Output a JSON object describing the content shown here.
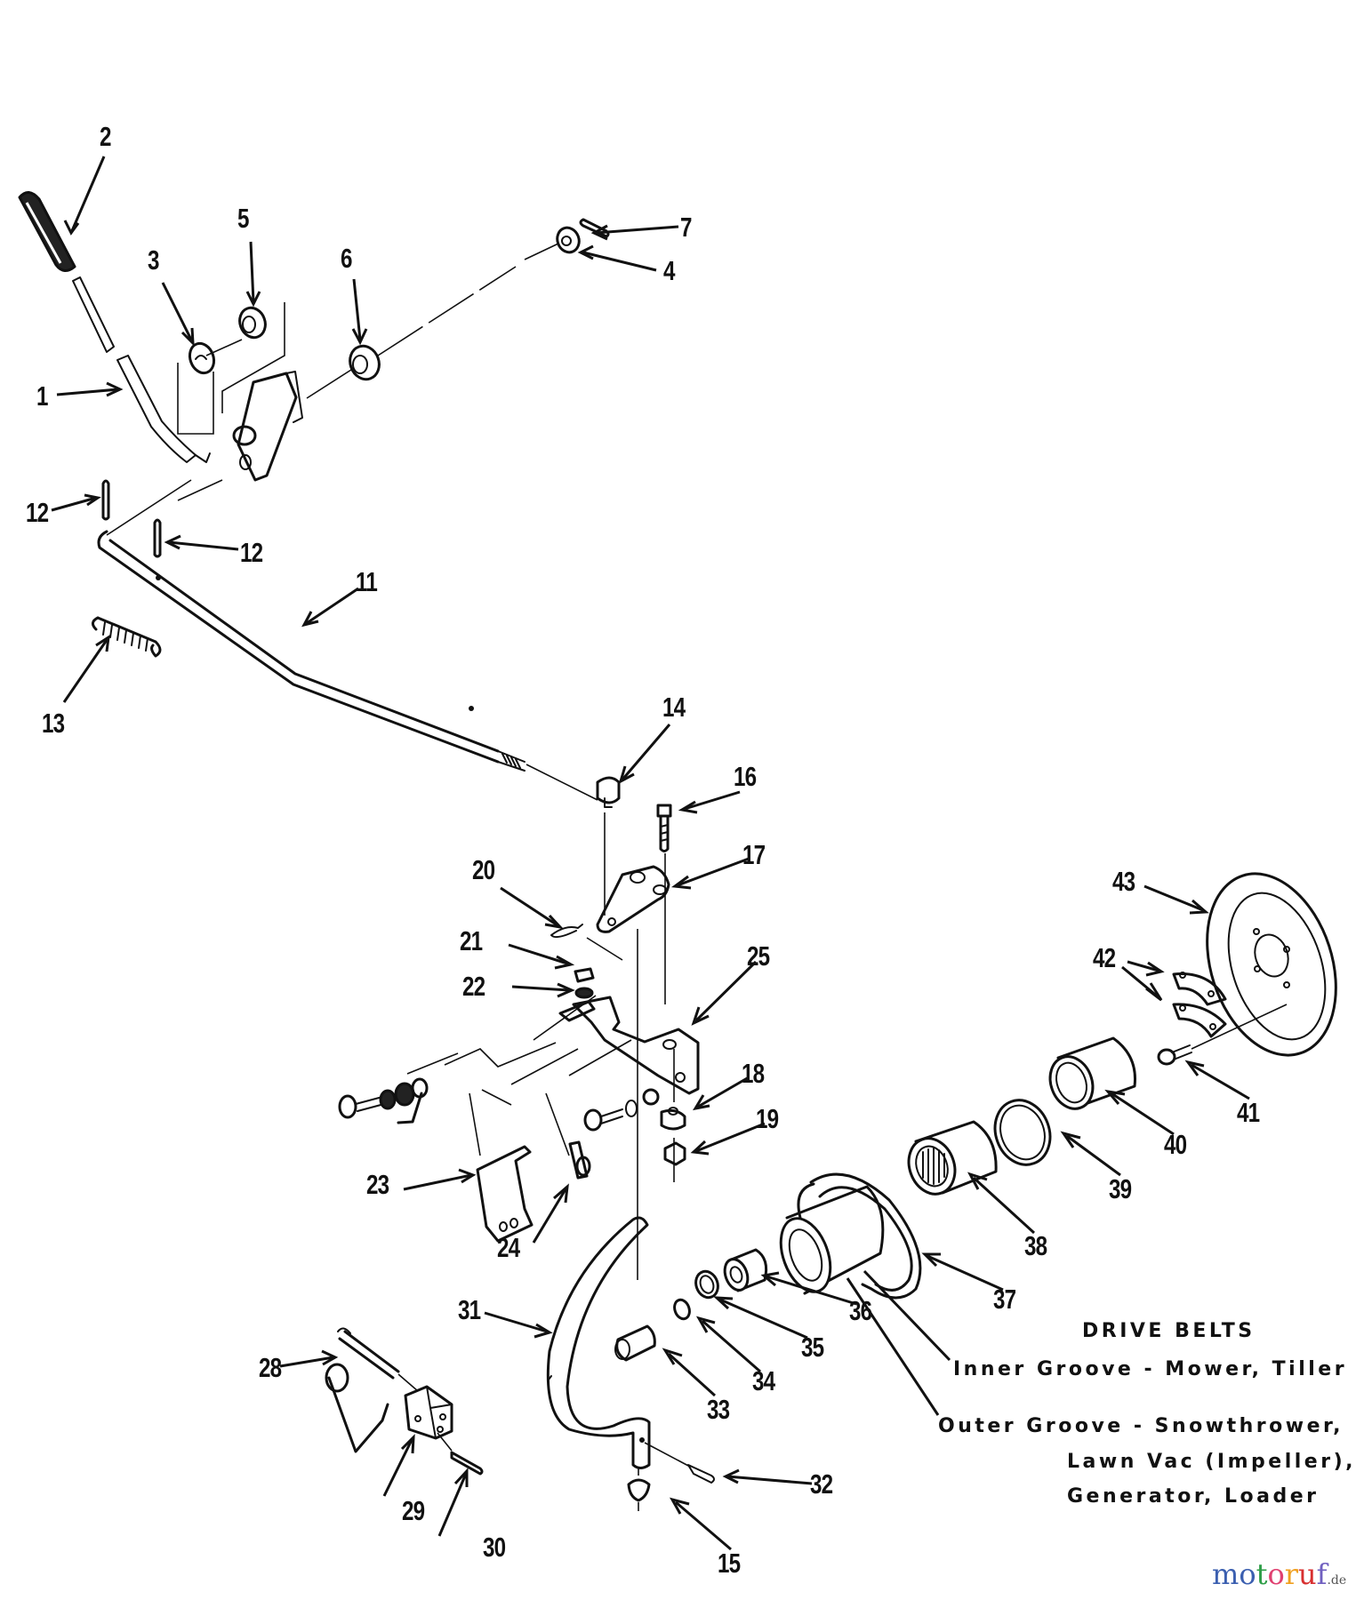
{
  "diagram": {
    "parts": [
      {
        "num": "1"
      },
      {
        "num": "2"
      },
      {
        "num": "3"
      },
      {
        "num": "4"
      },
      {
        "num": "5"
      },
      {
        "num": "6"
      },
      {
        "num": "7"
      },
      {
        "num": "11"
      },
      {
        "num": "12"
      },
      {
        "num": "12"
      },
      {
        "num": "13"
      },
      {
        "num": "14"
      },
      {
        "num": "15"
      },
      {
        "num": "16"
      },
      {
        "num": "17"
      },
      {
        "num": "18"
      },
      {
        "num": "19"
      },
      {
        "num": "20"
      },
      {
        "num": "21"
      },
      {
        "num": "22"
      },
      {
        "num": "23"
      },
      {
        "num": "24"
      },
      {
        "num": "25"
      },
      {
        "num": "28"
      },
      {
        "num": "29"
      },
      {
        "num": "30"
      },
      {
        "num": "31"
      },
      {
        "num": "32"
      },
      {
        "num": "33"
      },
      {
        "num": "34"
      },
      {
        "num": "35"
      },
      {
        "num": "36"
      },
      {
        "num": "37"
      },
      {
        "num": "38"
      },
      {
        "num": "39"
      },
      {
        "num": "40"
      },
      {
        "num": "41"
      },
      {
        "num": "42"
      },
      {
        "num": "43"
      }
    ],
    "notes": {
      "title": "DRIVE BELTS",
      "inner": "Inner Groove - Mower, Tiller",
      "outer_1": "Outer Groove - Snowthrower,",
      "outer_2": "Lawn Vac (Impeller),",
      "outer_3": "Generator, Loader"
    },
    "watermark": {
      "letters": [
        "m",
        "o",
        "t",
        "o",
        "r",
        "u",
        "f"
      ],
      "suffix": ".de",
      "colors": [
        "#3b5fb0",
        "#3b5fb0",
        "#2e9e48",
        "#e04070",
        "#f0a020",
        "#d83030",
        "#7060c0"
      ]
    },
    "ink_color": "#111111"
  }
}
